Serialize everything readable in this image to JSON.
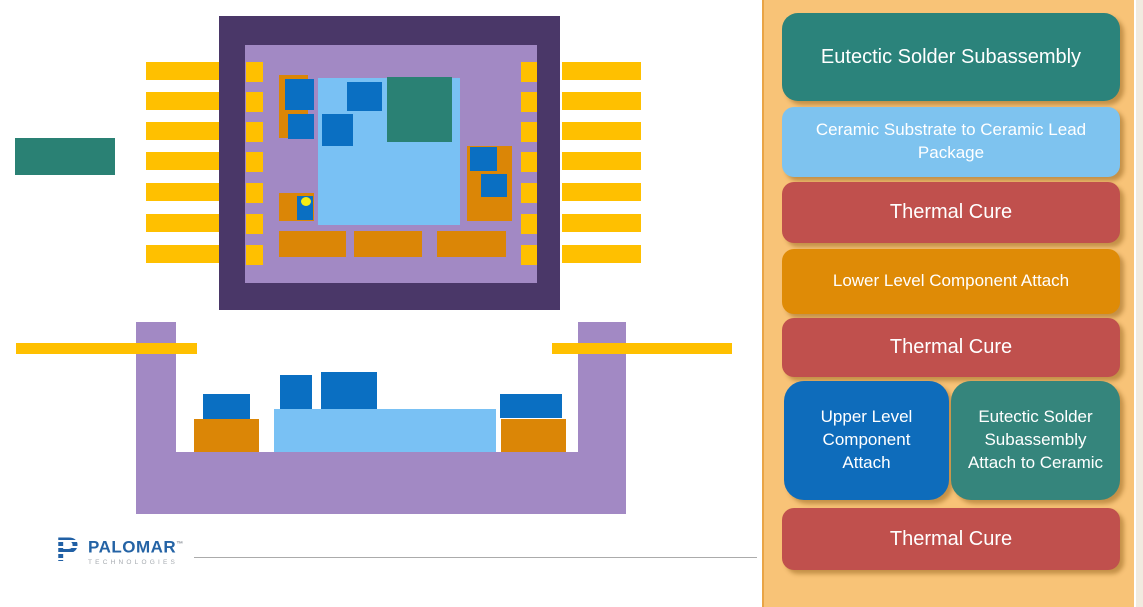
{
  "palette": {
    "gold": "#FFC000",
    "dark_purple": "#4A3768",
    "purple": "#A289C4",
    "light_blue": "#79C1F4",
    "blue": "#0A6FC2",
    "orange": "#DB8606",
    "teal": "#2A8174",
    "yellow_dot": "#F6EC13",
    "panel_background": "#F8C377",
    "panel_border": "#E9A446",
    "step_teal": "#2B837B",
    "step_light_blue": "#7EC3EF",
    "step_red": "#C0504D",
    "step_orange": "#DF8B06",
    "step_blue": "#0E6CBB",
    "step_text": "#FFFFFF"
  },
  "flow_panel": {
    "steps": [
      {
        "label": "Eutectic Solder Subassembly"
      },
      {
        "label": "Ceramic Substrate to Ceramic Lead Package"
      },
      {
        "label": "Thermal Cure"
      },
      {
        "label": "Lower Level Component Attach"
      },
      {
        "label": "Thermal Cure"
      },
      {
        "label": "Upper Level Component Attach"
      },
      {
        "label": "Eutectic Solder Subassembly Attach to Ceramic"
      },
      {
        "label": "Thermal Cure"
      }
    ]
  },
  "logo": {
    "monogram": "P",
    "name": "PALOMAR",
    "trademark": "™",
    "subtitle": "TECHNOLOGIES"
  }
}
